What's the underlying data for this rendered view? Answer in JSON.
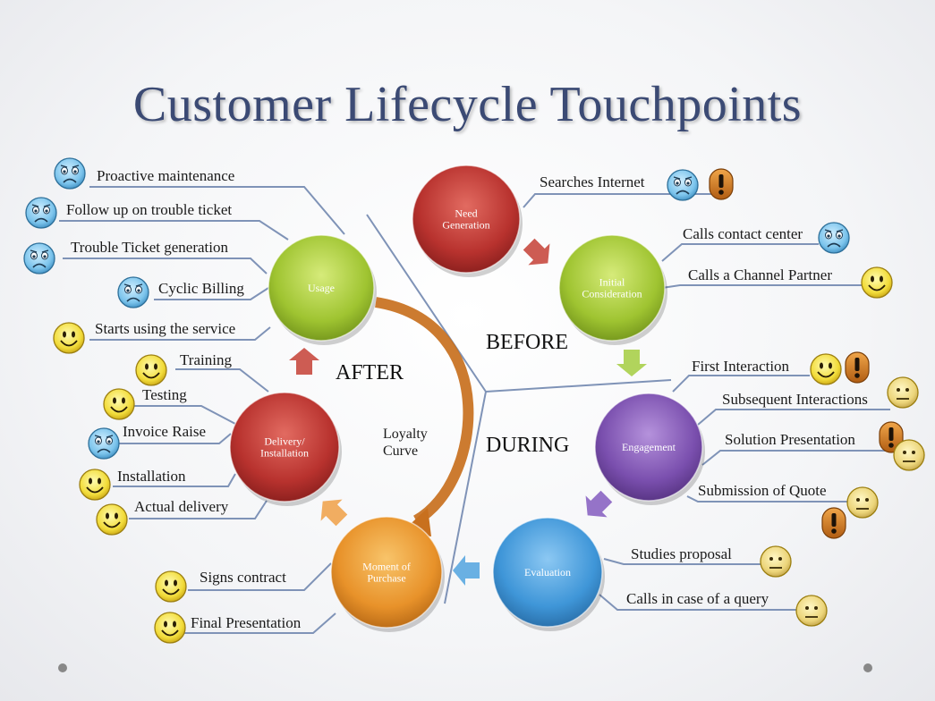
{
  "title": "Customer Lifecycle Touchpoints",
  "phases": {
    "before": "BEFORE",
    "during": "DURING",
    "after": "AFTER"
  },
  "loyalty": [
    "Loyalty",
    "Curve"
  ],
  "colors": {
    "title": "#3b4a74",
    "line": "#7f93b7",
    "red": "#b8322e",
    "green": "#9fc431",
    "purple": "#7a4fae",
    "blue": "#3f96d8",
    "orange": "#e8922a",
    "arrow_orange": "#c8701e"
  },
  "nodes": [
    {
      "id": "need",
      "lines": [
        "Need",
        "Generation"
      ],
      "color": "red"
    },
    {
      "id": "initial",
      "lines": [
        "Initial",
        "Consideration"
      ],
      "color": "green"
    },
    {
      "id": "engagement",
      "lines": [
        "Engagement"
      ],
      "color": "purple"
    },
    {
      "id": "evaluation",
      "lines": [
        "Evaluation"
      ],
      "color": "blue"
    },
    {
      "id": "moment",
      "lines": [
        "Moment of",
        "Purchase"
      ],
      "color": "orange"
    },
    {
      "id": "delivery",
      "lines": [
        "Delivery/",
        "Installation"
      ],
      "color": "red"
    },
    {
      "id": "usage",
      "lines": [
        "Usage"
      ],
      "color": "green"
    }
  ],
  "touchpoints": [
    {
      "text": "Proactive maintenance",
      "icons": [
        "sad"
      ]
    },
    {
      "text": "Follow up on trouble ticket",
      "icons": [
        "sad"
      ]
    },
    {
      "text": "Trouble Ticket generation",
      "icons": [
        "sad"
      ]
    },
    {
      "text": "Cyclic Billing",
      "icons": [
        "sad"
      ]
    },
    {
      "text": "Starts using the service",
      "icons": [
        "happy"
      ]
    },
    {
      "text": "Training",
      "icons": [
        "happy"
      ]
    },
    {
      "text": "Testing",
      "icons": [
        "happy"
      ]
    },
    {
      "text": "Invoice Raise",
      "icons": [
        "sad"
      ]
    },
    {
      "text": "Installation",
      "icons": [
        "happy"
      ]
    },
    {
      "text": "Actual delivery",
      "icons": [
        "happy"
      ]
    },
    {
      "text": "Signs contract",
      "icons": [
        "happy"
      ]
    },
    {
      "text": "Final Presentation",
      "icons": [
        "happy"
      ]
    },
    {
      "text": "Searches Internet",
      "icons": [
        "sad",
        "warning"
      ]
    },
    {
      "text": "Calls contact center",
      "icons": [
        "sad"
      ]
    },
    {
      "text": "Calls a Channel Partner",
      "icons": [
        "happy"
      ]
    },
    {
      "text": "First Interaction",
      "icons": [
        "happy",
        "warning"
      ]
    },
    {
      "text": "Subsequent Interactions",
      "icons": [
        "neutral"
      ]
    },
    {
      "text": "Solution Presentation",
      "icons": [
        "warning",
        "neutral"
      ]
    },
    {
      "text": "Submission of Quote",
      "icons": [
        "neutral",
        "warning"
      ]
    },
    {
      "text": "Studies proposal",
      "icons": [
        "neutral"
      ]
    },
    {
      "text": "Calls in case of a query",
      "icons": [
        "neutral"
      ]
    }
  ]
}
